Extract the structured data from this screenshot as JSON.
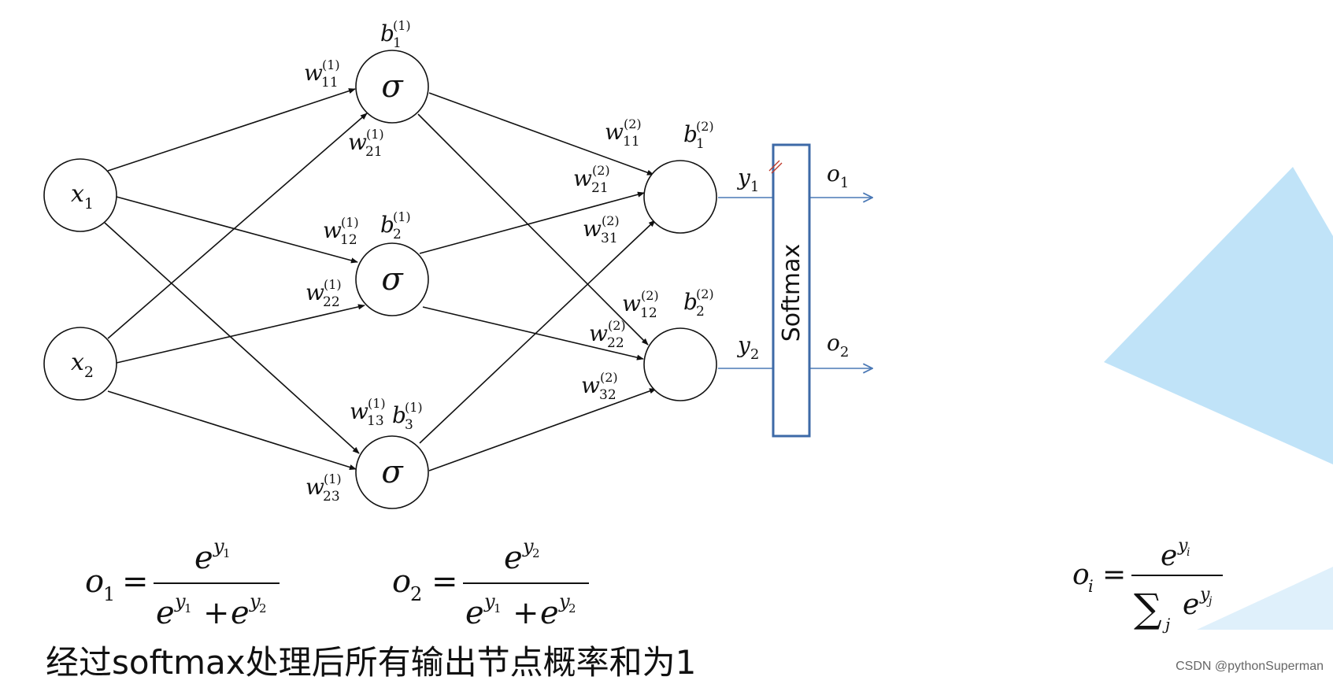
{
  "nodes": {
    "inputs": [
      {
        "id": "x1",
        "sym": "x",
        "sub": "1"
      },
      {
        "id": "x2",
        "sym": "x",
        "sub": "2"
      }
    ],
    "hidden": [
      {
        "id": "h1",
        "symbol": "σ",
        "bias": {
          "sym": "b",
          "sub": "1",
          "sup": "(1)"
        }
      },
      {
        "id": "h2",
        "symbol": "σ",
        "bias": {
          "sym": "b",
          "sub": "2",
          "sup": "(1)"
        }
      },
      {
        "id": "h3",
        "symbol": "σ",
        "bias": {
          "sym": "b",
          "sub": "3",
          "sup": "(1)"
        }
      }
    ],
    "outputs": [
      {
        "id": "y1",
        "bias": {
          "sym": "b",
          "sub": "1",
          "sup": "(2)"
        },
        "y": {
          "sym": "y",
          "sub": "1"
        },
        "o": {
          "sym": "o",
          "sub": "1"
        }
      },
      {
        "id": "y2",
        "bias": {
          "sym": "b",
          "sub": "2",
          "sup": "(2)"
        },
        "y": {
          "sym": "y",
          "sub": "2"
        },
        "o": {
          "sym": "o",
          "sub": "2"
        }
      }
    ]
  },
  "softmax_label": "Softmax",
  "edges_layer1": [
    {
      "id": "w11_1",
      "from": "x1",
      "to": "h1",
      "sym": "w",
      "sub": "11",
      "sup": "(1)"
    },
    {
      "id": "w21_1",
      "from": "x2",
      "to": "h1",
      "sym": "w",
      "sub": "21",
      "sup": "(1)"
    },
    {
      "id": "w12_1",
      "from": "x1",
      "to": "h2",
      "sym": "w",
      "sub": "12",
      "sup": "(1)"
    },
    {
      "id": "w22_1",
      "from": "x2",
      "to": "h2",
      "sym": "w",
      "sub": "22",
      "sup": "(1)"
    },
    {
      "id": "w13_1",
      "from": "x1",
      "to": "h3",
      "sym": "w",
      "sub": "13",
      "sup": "(1)"
    },
    {
      "id": "w23_1",
      "from": "x2",
      "to": "h3",
      "sym": "w",
      "sub": "23",
      "sup": "(1)"
    }
  ],
  "edges_layer2": [
    {
      "id": "w11_2",
      "from": "h1",
      "to": "y1",
      "sym": "w",
      "sub": "11",
      "sup": "(2)"
    },
    {
      "id": "w21_2",
      "from": "h2",
      "to": "y1",
      "sym": "w",
      "sub": "21",
      "sup": "(2)"
    },
    {
      "id": "w31_2",
      "from": "h3",
      "to": "y1",
      "sym": "w",
      "sub": "31",
      "sup": "(2)"
    },
    {
      "id": "w12_2",
      "from": "h1",
      "to": "y2",
      "sym": "w",
      "sub": "12",
      "sup": "(2)"
    },
    {
      "id": "w22_2",
      "from": "h2",
      "to": "y2",
      "sym": "w",
      "sub": "22",
      "sup": "(2)"
    },
    {
      "id": "w32_2",
      "from": "h3",
      "to": "y2",
      "sym": "w",
      "sub": "32",
      "sup": "(2)"
    }
  ],
  "formulas": {
    "o1": {
      "lhs": "o",
      "lhs_sub": "1",
      "eq": "=",
      "num_base": "e",
      "num_exp": "y",
      "num_exp_sub": "1",
      "den_base1": "e",
      "den_exp1": "y",
      "den_exp1_sub": "1",
      "plus": "+",
      "den_base2": "e",
      "den_exp2": "y",
      "den_exp2_sub": "2"
    },
    "o2": {
      "lhs": "o",
      "lhs_sub": "2",
      "eq": "=",
      "num_base": "e",
      "num_exp": "y",
      "num_exp_sub": "2",
      "den_base1": "e",
      "den_exp1": "y",
      "den_exp1_sub": "1",
      "plus": "+",
      "den_base2": "e",
      "den_exp2": "y",
      "den_exp2_sub": "2"
    },
    "oi": {
      "lhs": "o",
      "lhs_sub": "i",
      "eq": "=",
      "num_base": "e",
      "num_exp": "y",
      "num_exp_sub": "i",
      "sum": "∑",
      "sum_sub": "j",
      "den_base": "e",
      "den_exp": "y",
      "den_exp_sub": "j"
    }
  },
  "caption": "经过softmax处理后所有输出节点概率和为1",
  "credit": "CSDN @pythonSuperman",
  "colors": {
    "line": "#111111",
    "softmax_box": "#3d6aa7",
    "output_arrow": "#4a78b5",
    "deco": "#c0e3f8"
  }
}
